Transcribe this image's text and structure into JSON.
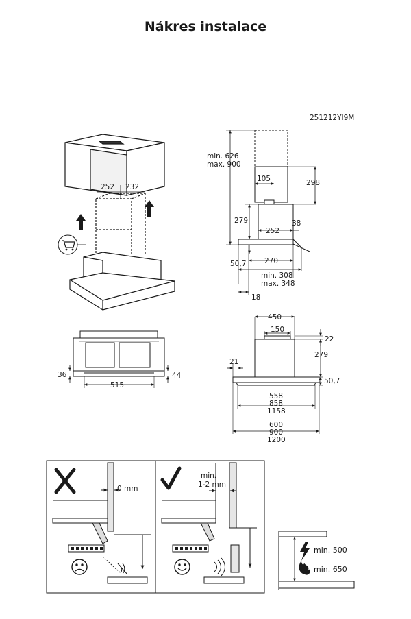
{
  "title": "Nákres instalace",
  "diagram_code": "251212YI9M",
  "top_left": {
    "dim_a": "252",
    "dim_b": "232"
  },
  "side_view": {
    "min_h": "min. 626",
    "max_h": "max. 900",
    "d105": "105",
    "d298": "298",
    "d279": "279",
    "d252": "252",
    "d38": "38",
    "d50_7": "50,7",
    "d270": "270",
    "min_d": "min. 308",
    "max_d": "max. 348",
    "d18": "18"
  },
  "bottom_view": {
    "d36": "36",
    "d44": "44",
    "d515": "515"
  },
  "front_view": {
    "d450": "450",
    "d150": "150",
    "d22": "22",
    "d279": "279",
    "d21": "21",
    "d50_7": "50,7",
    "w1": "558",
    "w2": "858",
    "w3": "1158",
    "w4": "600",
    "w5": "900",
    "w6": "1200"
  },
  "clearance": {
    "wrong": "0 mm",
    "right_l1": "min.",
    "right_l2": "1-2 mm"
  },
  "heat": {
    "electric": "min. 500",
    "gas": "min. 650"
  }
}
